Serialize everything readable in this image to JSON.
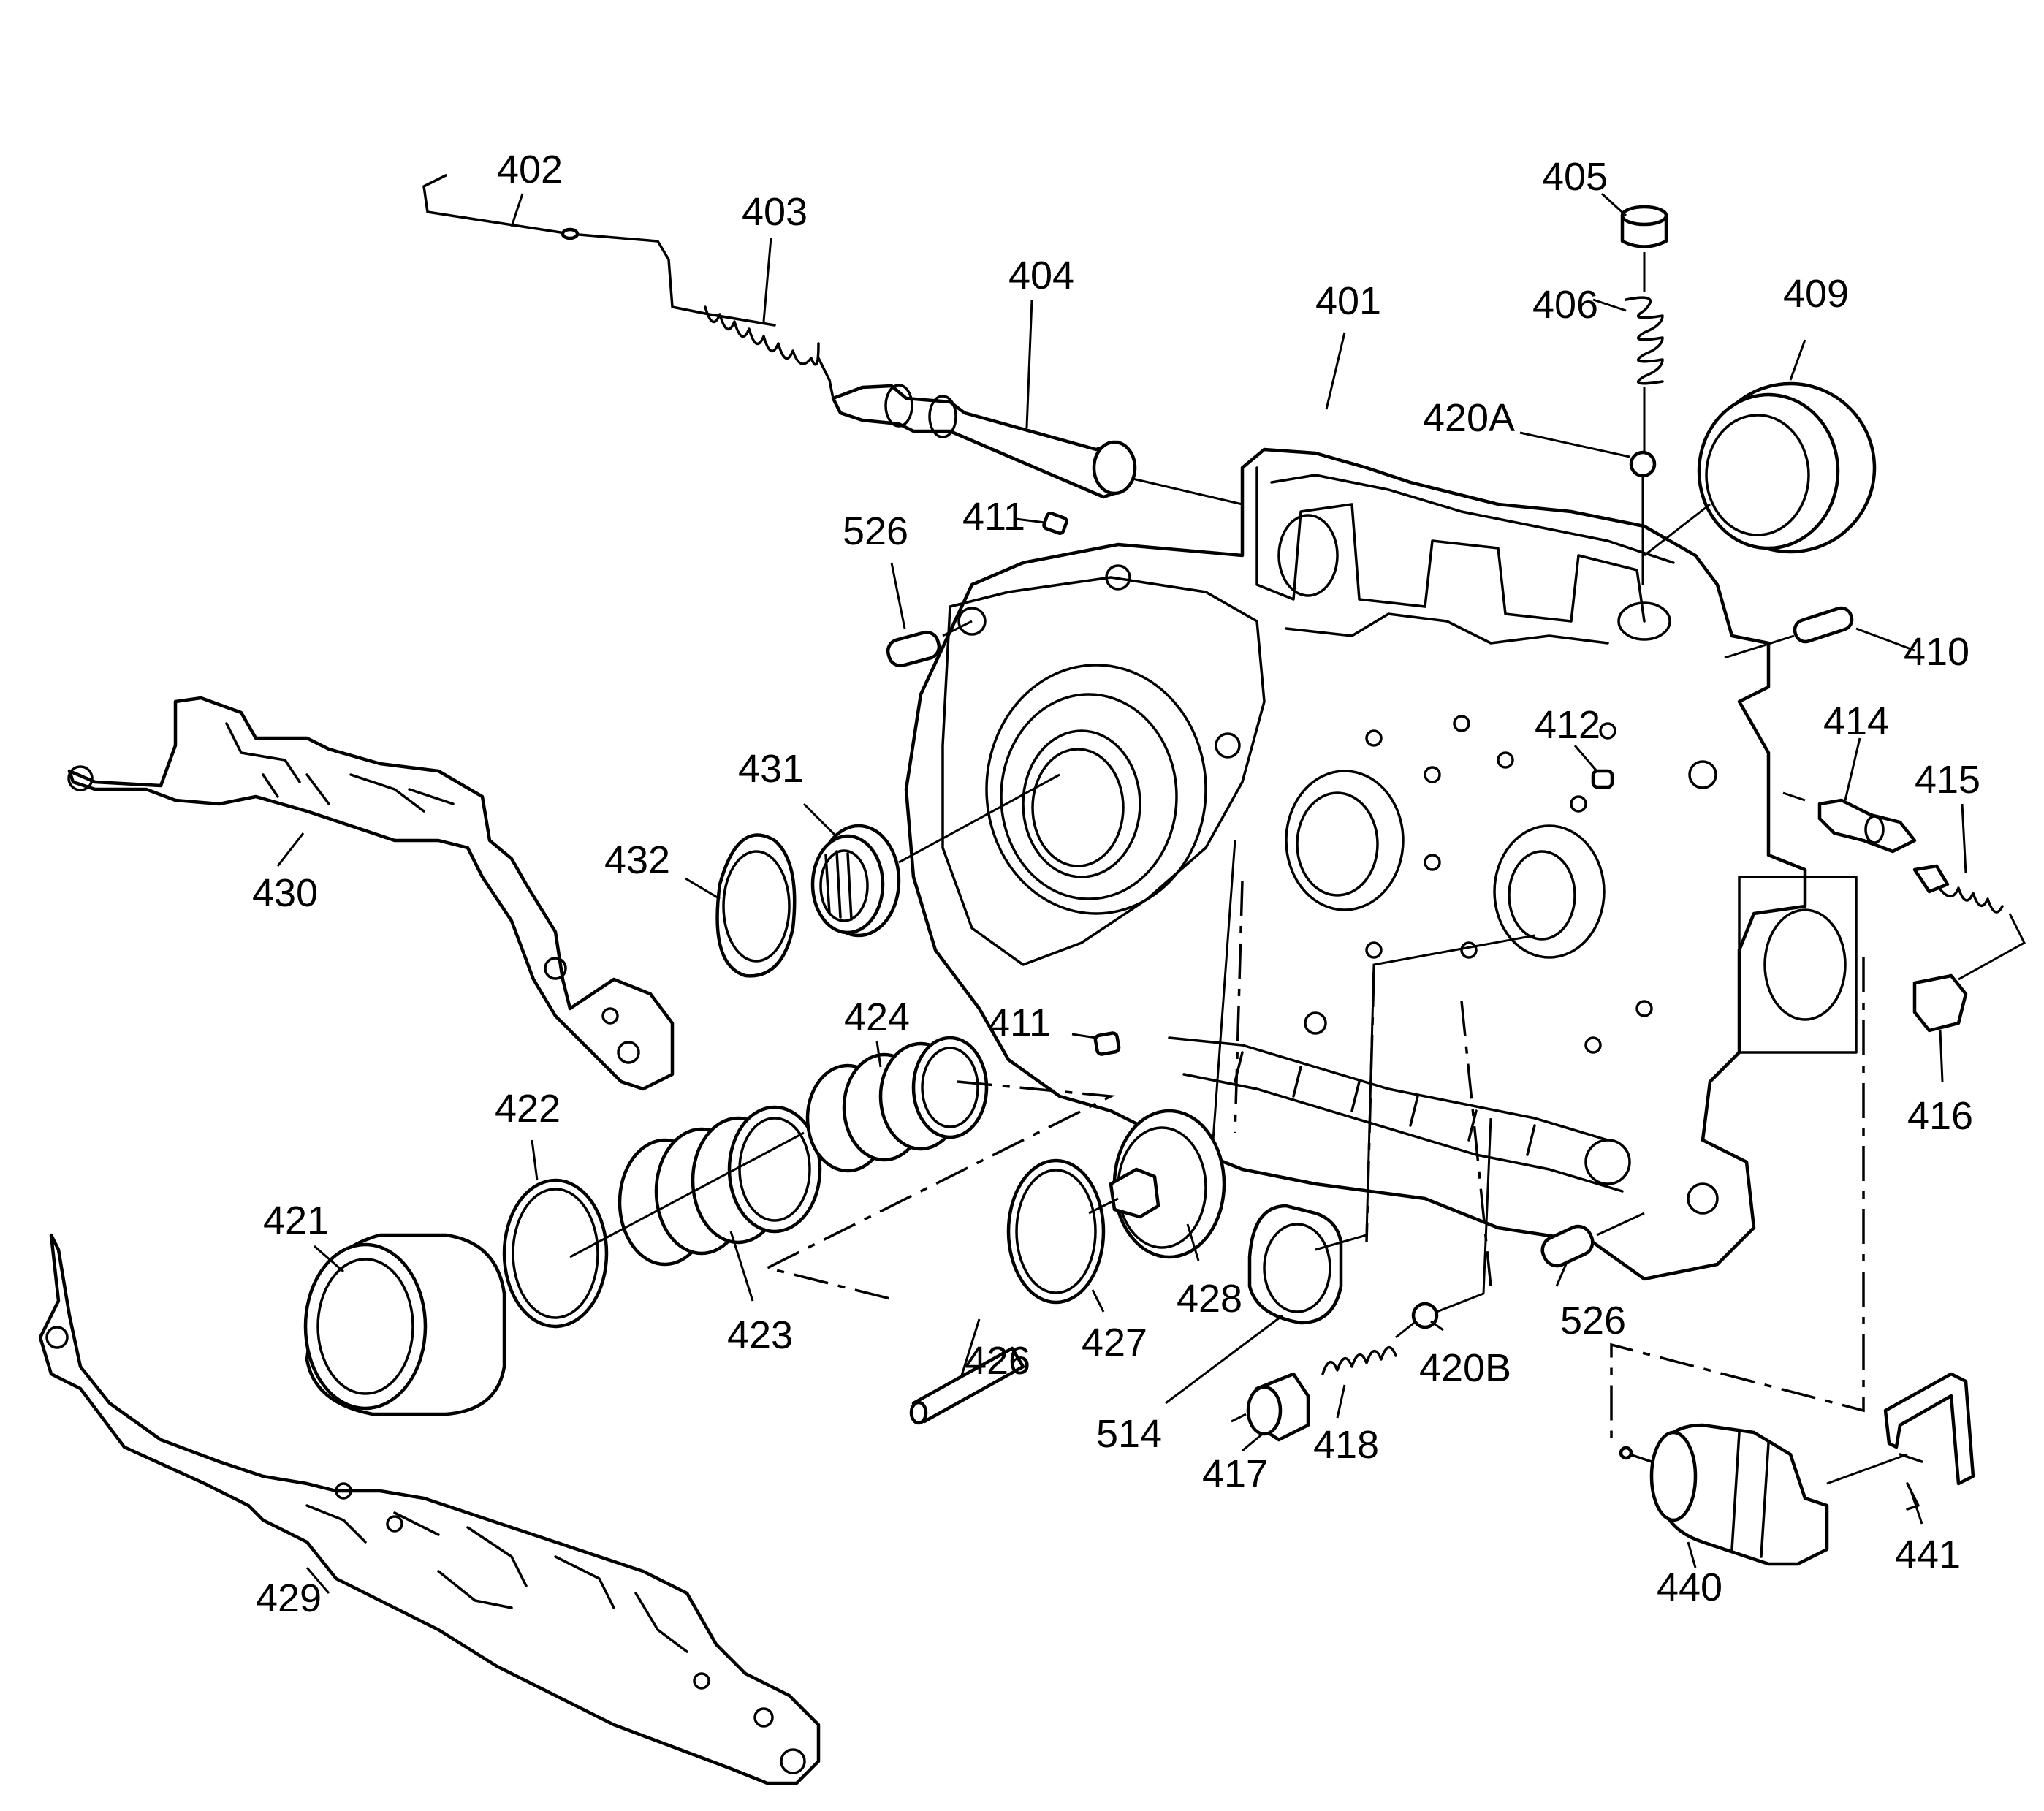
{
  "diagram": {
    "callouts": [
      {
        "id": "402"
      },
      {
        "id": "403"
      },
      {
        "id": "404"
      },
      {
        "id": "405"
      },
      {
        "id": "406"
      },
      {
        "id": "409"
      },
      {
        "id": "401"
      },
      {
        "id": "420A"
      },
      {
        "id": "411-top"
      },
      {
        "id": "526-top"
      },
      {
        "id": "410"
      },
      {
        "id": "412"
      },
      {
        "id": "414"
      },
      {
        "id": "415"
      },
      {
        "id": "431"
      },
      {
        "id": "432"
      },
      {
        "id": "430"
      },
      {
        "id": "424"
      },
      {
        "id": "411-mid"
      },
      {
        "id": "416"
      },
      {
        "id": "422"
      },
      {
        "id": "421"
      },
      {
        "id": "423"
      },
      {
        "id": "426"
      },
      {
        "id": "427"
      },
      {
        "id": "428"
      },
      {
        "id": "514"
      },
      {
        "id": "420B"
      },
      {
        "id": "526-bot"
      },
      {
        "id": "418"
      },
      {
        "id": "417"
      },
      {
        "id": "440"
      },
      {
        "id": "441"
      },
      {
        "id": "429"
      }
    ],
    "labels": {
      "402": "402",
      "403": "403",
      "404": "404",
      "405": "405",
      "406": "406",
      "409": "409",
      "401": "401",
      "420A": "420A",
      "411-top": "411",
      "526-top": "526",
      "410": "410",
      "412": "412",
      "414": "414",
      "415": "415",
      "431": "431",
      "432": "432",
      "430": "430",
      "424": "424",
      "411-mid": "411",
      "416": "416",
      "422": "422",
      "421": "421",
      "423": "423",
      "426": "426",
      "427": "427",
      "428": "428",
      "514": "514",
      "420B": "420B",
      "526-bot": "526",
      "418": "418",
      "417": "417",
      "440": "440",
      "441": "441",
      "429": "429"
    }
  }
}
